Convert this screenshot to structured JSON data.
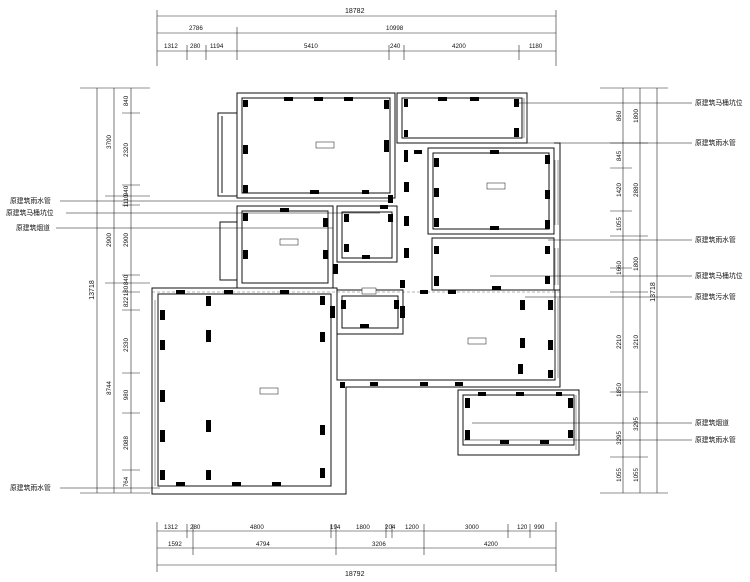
{
  "dimensions": {
    "top_total": "18782",
    "top_row2": [
      "2786",
      "10998"
    ],
    "top_row3": [
      "1312",
      "280",
      "1194",
      "5410",
      "240",
      "4200",
      "1180"
    ],
    "bottom_row1": [
      "1312",
      "280",
      "4800",
      "194",
      "1800",
      "204",
      "1200",
      "3000",
      "120",
      "990"
    ],
    "bottom_row2": [
      "1592",
      "4794",
      "3206",
      "4200"
    ],
    "bottom_total": "18792",
    "left_outer": "13718",
    "left_mid": [
      "3700",
      "2900",
      "8744"
    ],
    "left_inner": [
      "840",
      "2320",
      "940",
      "1110",
      "2900",
      "840",
      "180",
      "822",
      "2330",
      "980",
      "2088",
      "764"
    ],
    "right_outer": "13718",
    "right_mid": [
      "1800",
      "2880",
      "1800",
      "3210",
      "3295",
      "1055"
    ],
    "right_inner": [
      "860",
      "845",
      "1420",
      "1055",
      "1660",
      "2210",
      "1850",
      "3295",
      "1055"
    ]
  },
  "annotations": {
    "left": [
      "原建筑雨水管",
      "原建筑马桶坑位",
      "原建筑烟道",
      "原建筑雨水管"
    ],
    "right": [
      "原建筑马桶坑位",
      "原建筑雨水管",
      "原建筑雨水管",
      "原建筑马桶坑位",
      "原建筑污水管",
      "原建筑烟道",
      "原建筑雨水管"
    ]
  }
}
